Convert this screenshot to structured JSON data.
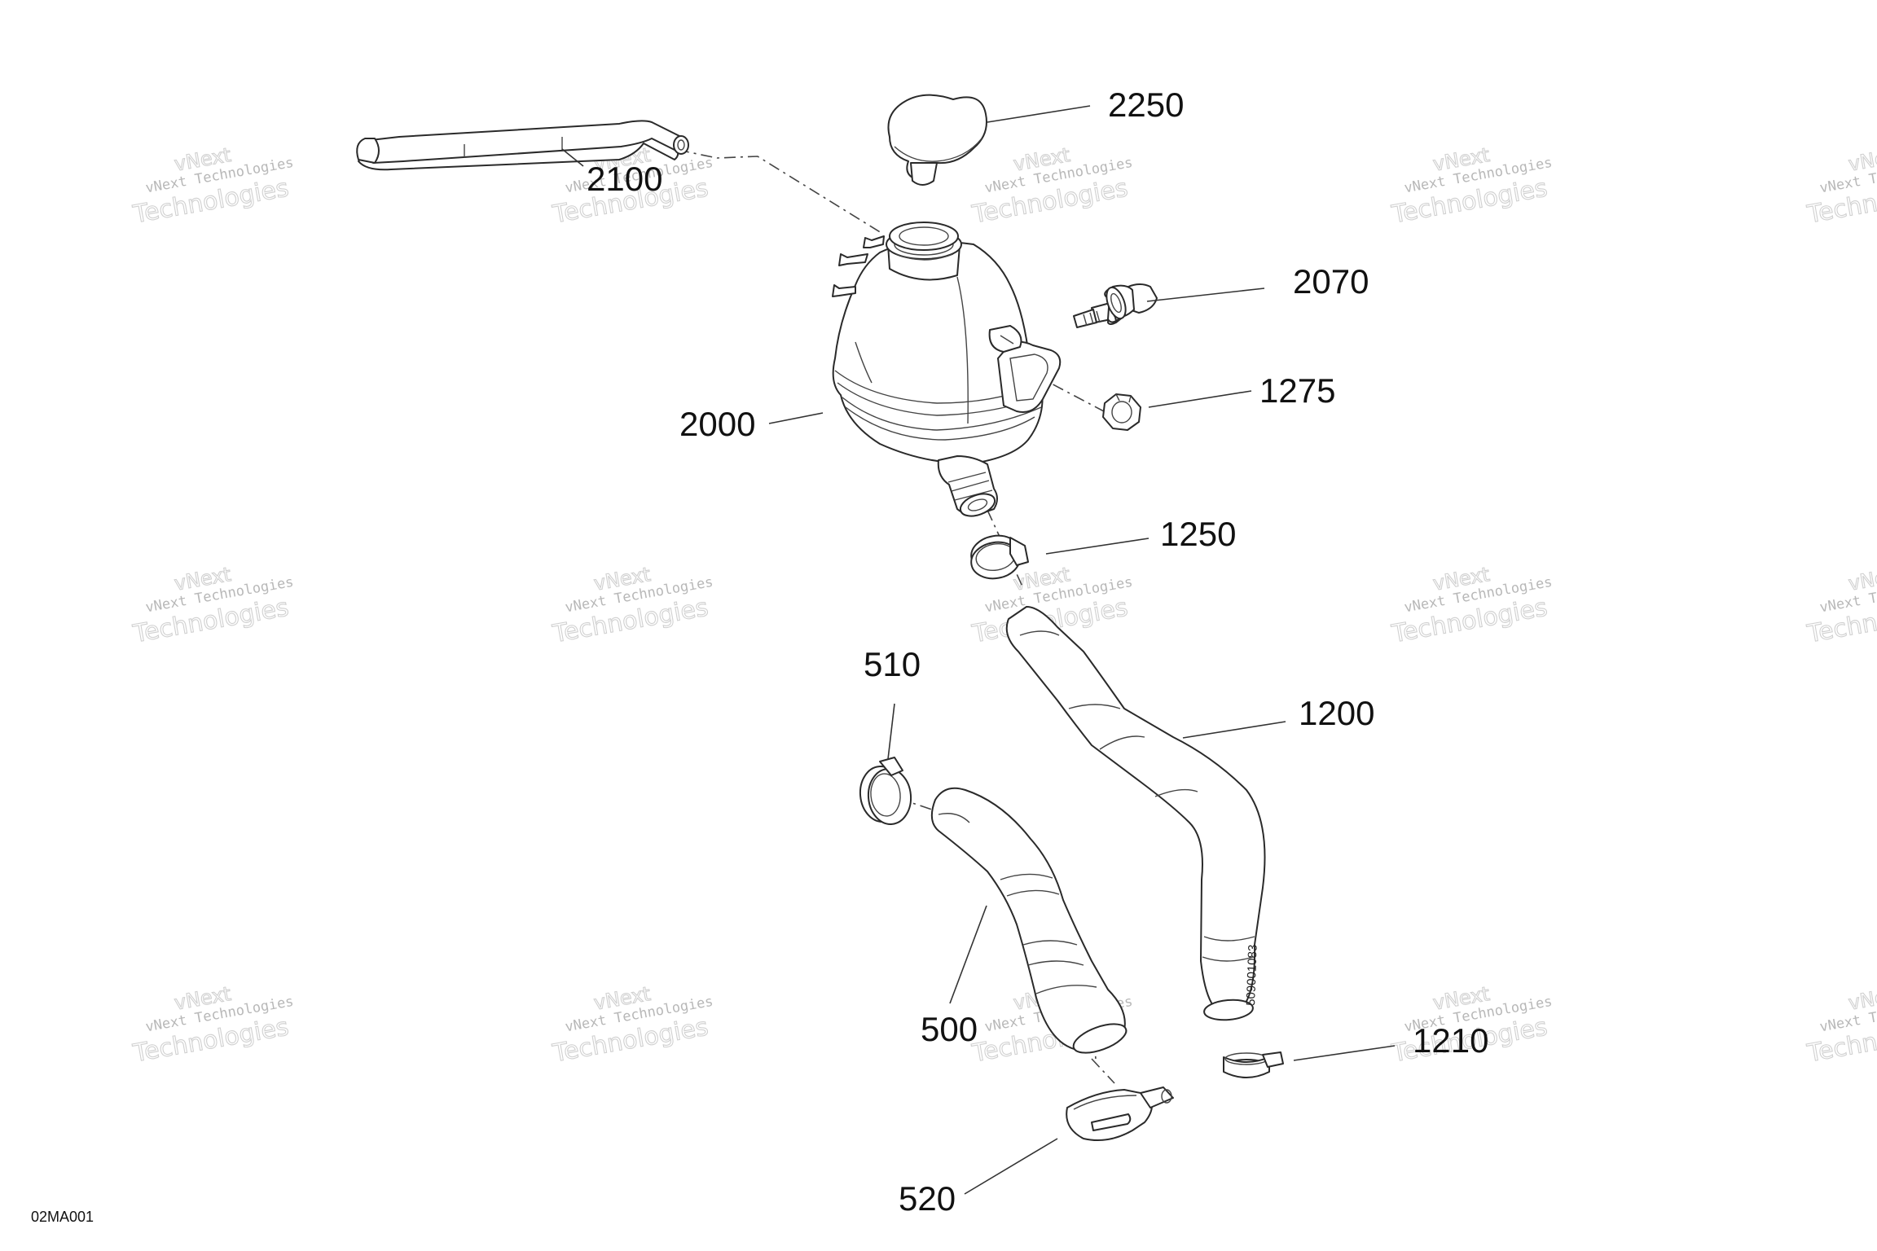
{
  "figure_code": "02MA001",
  "hose_marking": "509001083",
  "watermark": {
    "line1": "vNext Technologies",
    "line2": "Technologies",
    "line0": "vNext"
  },
  "callouts": {
    "c2250": "2250",
    "c2100": "2100",
    "c2070": "2070",
    "c1275": "1275",
    "c2000": "2000",
    "c1250": "1250",
    "c510": "510",
    "c1200": "1200",
    "c500": "500",
    "c1210": "1210",
    "c520": "520"
  }
}
